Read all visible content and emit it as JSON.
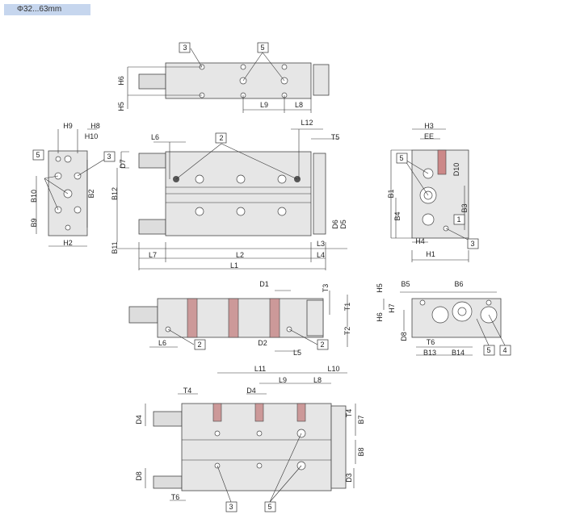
{
  "header": {
    "title": "Φ32...63mm",
    "bg": "#c6d6ee"
  },
  "top_view": {
    "callouts": [
      "3",
      "5"
    ],
    "dims": [
      "H6",
      "H5",
      "L9",
      "L8"
    ]
  },
  "front_view": {
    "callouts": [
      "2"
    ],
    "dims": [
      "L6",
      "L12",
      "T5",
      "D7",
      "B12",
      "B11",
      "D6",
      "D5",
      "L3",
      "L4",
      "L7",
      "L2",
      "L1"
    ]
  },
  "left_view": {
    "callouts": [
      "5",
      "3"
    ],
    "dims": [
      "H9",
      "H8",
      "H10",
      "B10",
      "B2",
      "B9",
      "H2"
    ]
  },
  "right_view": {
    "callouts": [
      "5",
      "1",
      "3"
    ],
    "dims": [
      "H3",
      "EE",
      "D10",
      "B1",
      "B3",
      "B4",
      "H4",
      "H1"
    ]
  },
  "section_view": {
    "callouts": [
      "2",
      "2"
    ],
    "dims": [
      "D1",
      "T3",
      "T1",
      "L6",
      "D2",
      "T2",
      "L5"
    ]
  },
  "end_view2": {
    "callouts": [
      "5",
      "4"
    ],
    "dims": [
      "H5",
      "B5",
      "B6",
      "H7",
      "H6",
      "D8",
      "T6",
      "B13",
      "B14"
    ]
  },
  "bottom_view": {
    "callouts": [
      "3",
      "5"
    ],
    "dims": [
      "L11",
      "L10",
      "L9",
      "L8",
      "T4",
      "D4",
      "D4",
      "T4",
      "B7",
      "B8",
      "D8",
      "D3",
      "T6"
    ]
  }
}
